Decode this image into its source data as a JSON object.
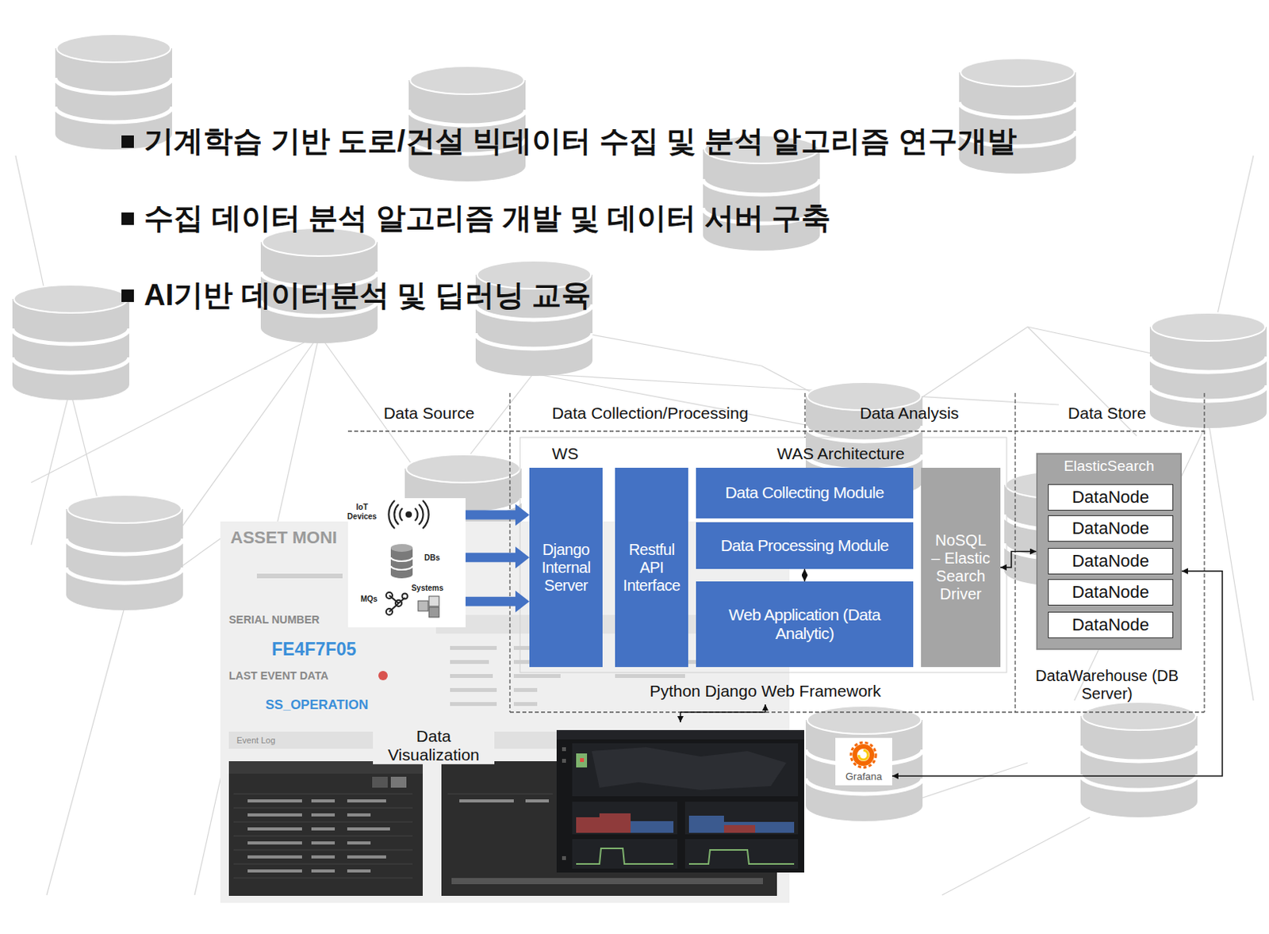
{
  "diagram": {
    "nodes": [
      {
        "text": [
          "IoT Devices",
          "DBs",
          "MQs",
          "Systems"
        ]
      },
      {
        "text": [
          "Django Internal Server"
        ]
      },
      {
        "text": [
          "Restful API Interface"
        ]
      },
      {
        "text": [
          "Data Collecting Module"
        ]
      },
      {
        "text": [
          "Data Processing Module"
        ]
      },
      {
        "text": [
          "Web Application (Data Analytic)"
        ]
      },
      {
        "text": [
          "NoSQL – Elastic Search Driver"
        ]
      },
      {
        "text": [
          "ElasticSearch"
        ]
      },
      {
        "text": [
          "DataNode"
        ],
        "in": 7
      },
      {
        "text": [
          "DataNode"
        ],
        "in": 7
      },
      {
        "text": [
          "DataNode"
        ],
        "in": 7
      },
      {
        "text": [
          "DataNode"
        ],
        "in": 7
      },
      {
        "text": [
          "DataNode"
        ],
        "in": 7
      },
      {
        "text": [
          "Grafana"
        ]
      }
    ],
    "edges": [
      {
        "from": 0,
        "to": 1,
        "arrow": "to"
      },
      {
        "from": 0,
        "to": 1,
        "arrow": "to"
      },
      {
        "from": 0,
        "to": 1,
        "arrow": "to"
      },
      {
        "from": 4,
        "to": 5,
        "arrow": "both"
      },
      {
        "from": 6,
        "to": 7,
        "arrow": "both"
      },
      {
        "from": 7,
        "to": 13,
        "arrow": "both"
      }
    ],
    "labels": [
      "기계학습 기반 도로/건설 빅데이터 수집 및 분석 알고리즘 연구개발",
      "수집 데이터 분석 알고리즘 개발 및 데이터 서버 구축",
      "AI기반 데이터분석 및 딥러닝 교육",
      "Data Source",
      "Data Collection/Processing",
      "Data Analysis",
      "Data Store",
      "WS",
      "WAS Architecture",
      "Python Django Web Framework",
      "DataWarehouse (DB Server)",
      "Data Visualization",
      "ASSET MONI",
      "SERIAL NUMBER",
      "FE4F7F05",
      "LAST EVENT DATA",
      "SS_OPERATION",
      "Event Log"
    ]
  }
}
